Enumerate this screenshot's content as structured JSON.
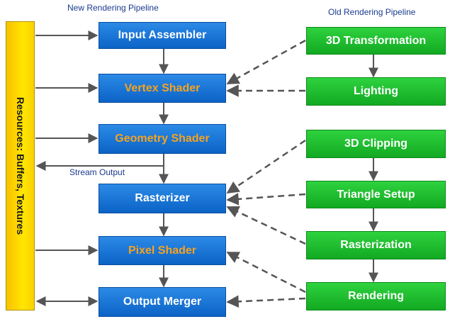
{
  "titles": {
    "new_pipeline": "New Rendering Pipeline",
    "old_pipeline": "Old Rendering Pipeline"
  },
  "resources": {
    "label": "Resources: Buffers, Textures"
  },
  "stream_output": "Stream Output",
  "new_stages": [
    {
      "label": "Input Assembler"
    },
    {
      "label": "Vertex Shader"
    },
    {
      "label": "Geometry Shader"
    },
    {
      "label": "Rasterizer"
    },
    {
      "label": "Pixel Shader"
    },
    {
      "label": "Output Merger"
    }
  ],
  "old_stages": [
    {
      "label": "3D Transformation"
    },
    {
      "label": "Lighting"
    },
    {
      "label": "3D Clipping"
    },
    {
      "label": "Triangle Setup"
    },
    {
      "label": "Rasterization"
    },
    {
      "label": "Rendering"
    }
  ],
  "colors": {
    "new_stage_fill": "#0b63c6",
    "programmable_stage_text": "#f5a320",
    "fixed_stage_text": "#ffffff",
    "old_stage_fill": "#12a922",
    "resource_fill": "#ffd200",
    "arrow": "#555555",
    "title_text": "#1a3a8f"
  }
}
